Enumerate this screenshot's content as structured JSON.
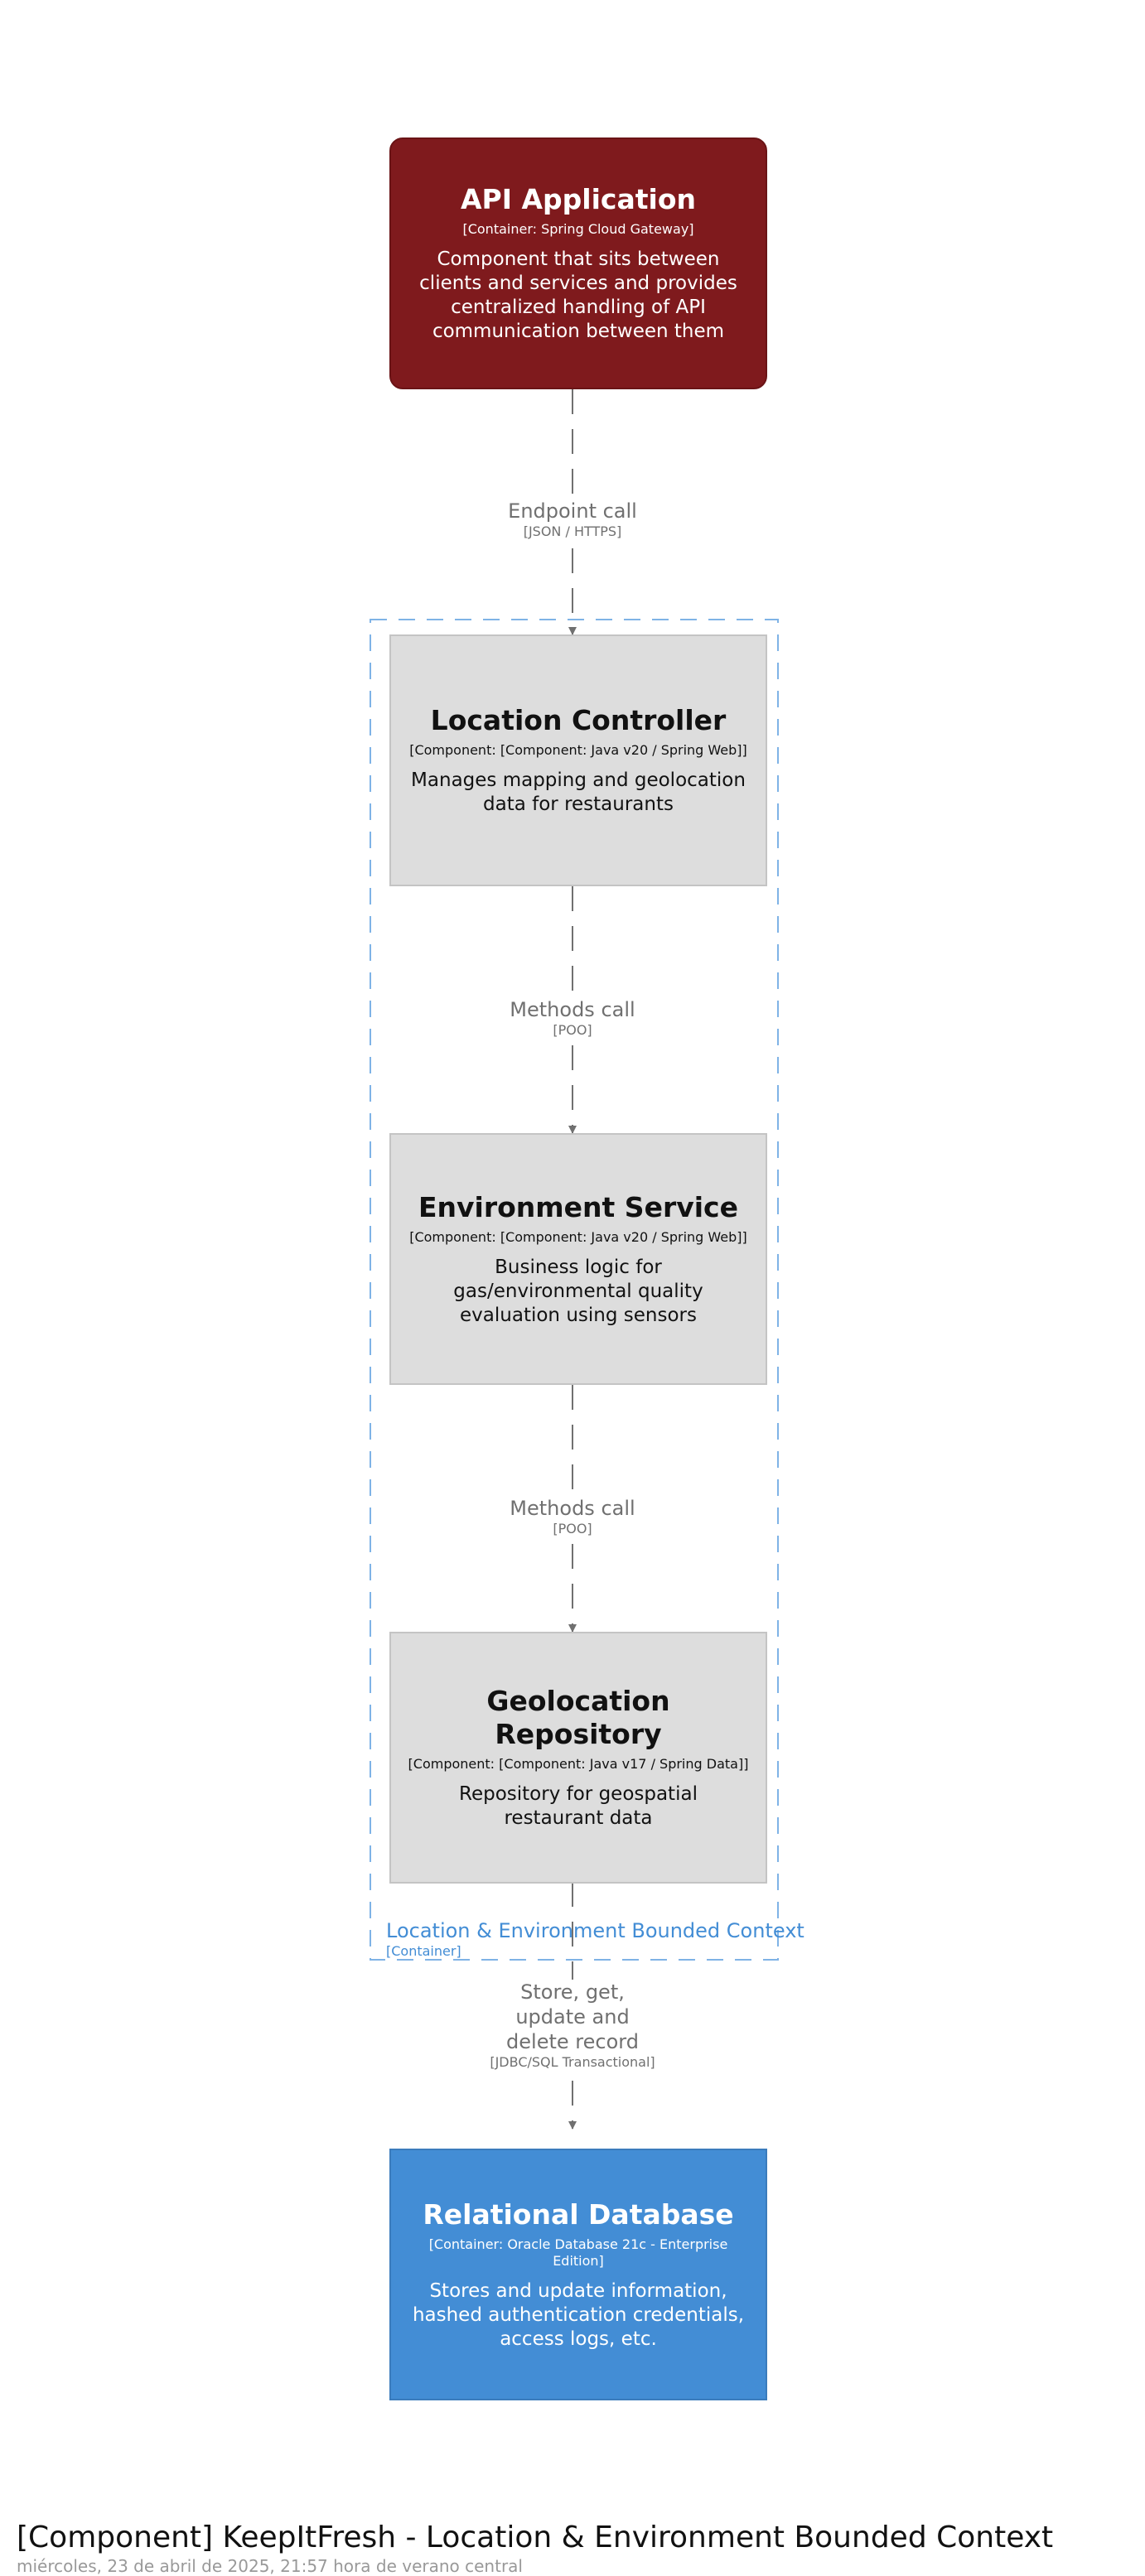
{
  "api": {
    "name": "API Application",
    "tech": "[Container: Spring Cloud Gateway]",
    "description": "Component that sits between clients and services and provides centralized handling of API communication between them"
  },
  "boundary": {
    "name": "Location & Environment Bounded Context",
    "type": "[Container]"
  },
  "components": [
    {
      "name": "Location Controller",
      "tech": "[Component: [Component: Java v20 / Spring Web]]",
      "description": "Manages mapping and geolocation data for restaurants"
    },
    {
      "name": "Environment Service",
      "tech": "[Component: [Component: Java v20 / Spring Web]]",
      "description": "Business logic for gas/environmental quality evaluation using sensors"
    },
    {
      "name": "Geolocation Repository",
      "tech": "[Component: [Component: Java v17 / Spring Data]]",
      "description": "Repository for geospatial restaurant data"
    }
  ],
  "database": {
    "name": "Relational Database",
    "tech": "[Container: Oracle Database 21c - Enterprise Edition]",
    "description": "Stores and update information, hashed authentication credentials, access logs, etc."
  },
  "relations": [
    {
      "label": "Endpoint call",
      "tech": "[JSON / HTTPS]"
    },
    {
      "label": "Methods call",
      "tech": "[POO]"
    },
    {
      "label": "Methods call",
      "tech": "[POO]"
    },
    {
      "label": "Store, get, update and delete record",
      "tech": "[JDBC/SQL Transactional]"
    }
  ],
  "footer": {
    "title": "[Component] KeepItFresh - Location & Environment Bounded Context",
    "date": "miércoles, 23 de abril de 2025, 21:57 hora de verano central"
  },
  "colors": {
    "api_fill": "#7f1a1d",
    "component_fill": "#dddddd",
    "database_fill": "#438dd5",
    "boundary": "#438dd5",
    "arrow": "#707070"
  }
}
